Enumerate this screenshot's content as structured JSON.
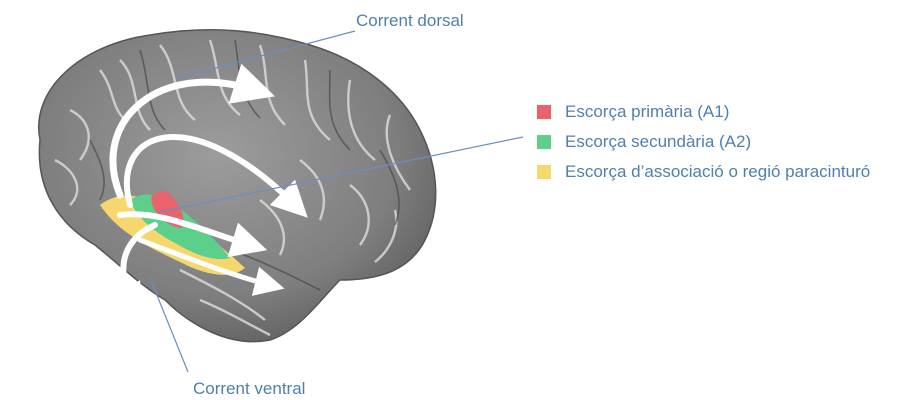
{
  "labels": {
    "dorsal": "Corrent dorsal",
    "ventral": "Corrent ventral"
  },
  "legend": [
    {
      "label": "Escorça primària (A1)",
      "color": "#e8636b"
    },
    {
      "label": "Escorça secundària (A2)",
      "color": "#5ccf8a"
    },
    {
      "label": "Escorça d’associació o regió paracinturó",
      "color": "#f5d76e"
    }
  ],
  "colors": {
    "brain": "#8a8a8a",
    "text": "#4f7fb0",
    "arrows": "#ffffff",
    "leader_lines": "#6b8fc0"
  }
}
